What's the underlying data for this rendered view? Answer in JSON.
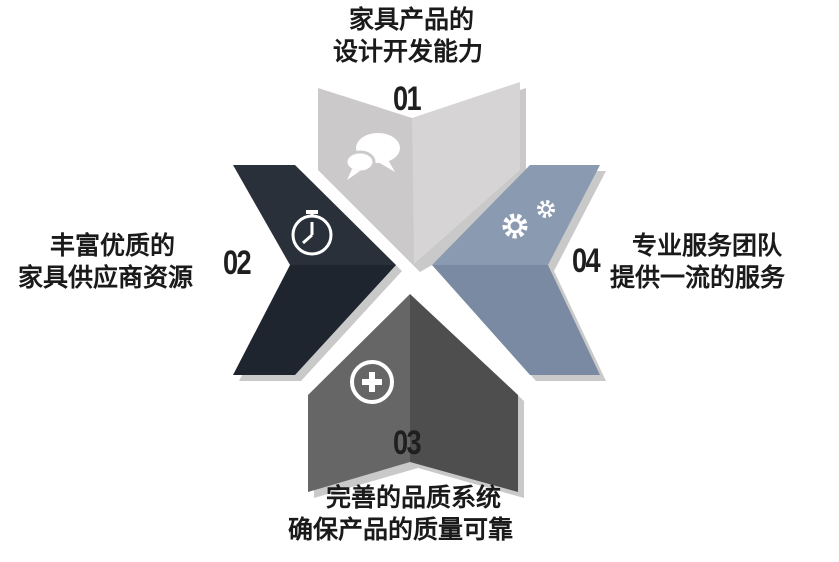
{
  "items": [
    {
      "number": "01",
      "lines": [
        "家具产品的",
        "设计开发能力"
      ],
      "icon": "speech-bubbles-icon",
      "color": "#cbc9c9",
      "shadow": "#a9a7a7"
    },
    {
      "number": "02",
      "lines": [
        "丰富优质的",
        "家具供应商资源"
      ],
      "icon": "stopwatch-icon",
      "color": "#242a33",
      "shadow": "#0f1319"
    },
    {
      "number": "03",
      "lines": [
        "完善的品质系统",
        "确保产品的质量可靠"
      ],
      "icon": "plus-circle-icon",
      "color": "#5a5a5a",
      "shadow": "#3a3a3a"
    },
    {
      "number": "04",
      "lines": [
        "专业服务团队",
        "提供一流的服务"
      ],
      "icon": "gears-icon",
      "color": "#8595ad",
      "shadow": "#5f6f86"
    }
  ]
}
